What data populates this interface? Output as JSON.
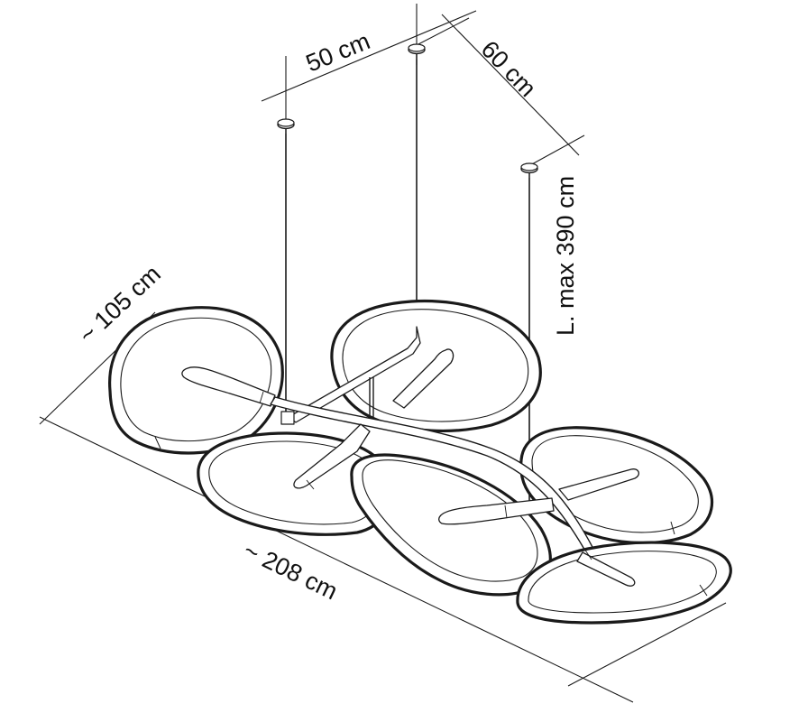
{
  "dimensions": {
    "top_spacing": "50 cm",
    "side_spacing": "60 cm",
    "cable_length": "L. max 390 cm",
    "depth": "~ 105 cm",
    "length": "~ 208 cm"
  },
  "colors": {
    "line": "#1a1a1a",
    "panel_fill": "#ffffff",
    "background": "#ffffff"
  }
}
